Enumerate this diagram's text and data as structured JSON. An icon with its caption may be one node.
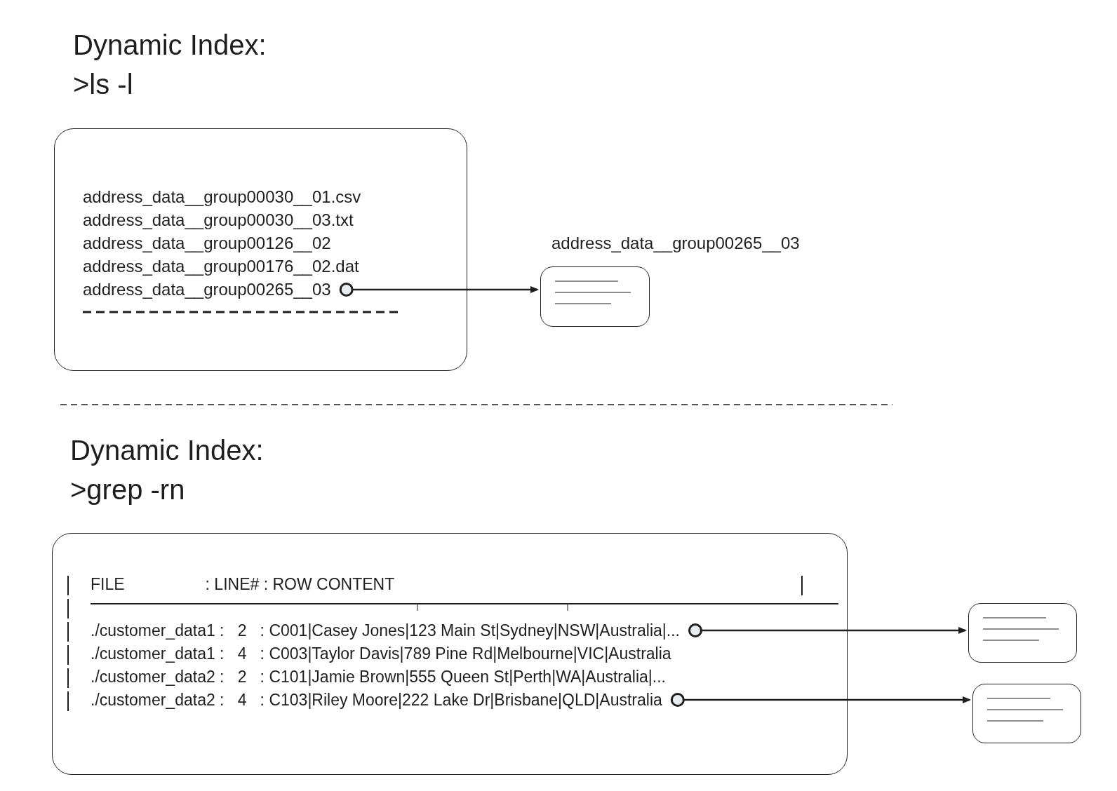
{
  "diagram": {
    "nodes": [
      {
        "text": [
          "address_data__group00030__01.csv",
          "address_data__group00030__03.txt",
          "address_data__group00126__02",
          "address_data__group00176__02.dat"
        ]
      },
      {
        "text": [
          "address_data__group00265__03"
        ],
        "in": 0
      },
      {
        "text": [],
        "shape": "box",
        "beside": [
          "address_data__group00265__03"
        ]
      },
      {
        "text": [
          "FILE                  : LINE# : ROW CONTENT",
          "./customer_data1 :   4   : C003|Taylor Davis|789 Pine Rd|Melbourne|VIC|Australia",
          "./customer_data2 :   2   : C101|Jamie Brown|555 Queen St|Perth|WA|Australia|..."
        ]
      },
      {
        "text": [
          "./customer_data1 :   2   : C001|Casey Jones|123 Main St|Sydney|NSW|Australia|..."
        ],
        "in": 3
      },
      {
        "text": [
          "./customer_data2 :   4   : C103|Riley Moore|222 Lake Dr|Brisbane|QLD|Australia"
        ],
        "in": 3
      },
      {
        "text": [],
        "shape": "box"
      },
      {
        "text": [],
        "shape": "box"
      }
    ],
    "edges": [
      {
        "from": 1,
        "to": 2,
        "arrow": "to"
      },
      {
        "from": 4,
        "to": 6,
        "arrow": "to"
      },
      {
        "from": 5,
        "to": 7,
        "arrow": "to"
      }
    ],
    "labels": [
      "Dynamic Index:",
      ">ls -l",
      "Dynamic Index:",
      ">grep -rn"
    ]
  }
}
